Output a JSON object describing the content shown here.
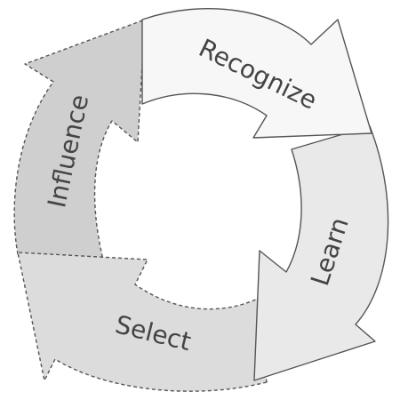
{
  "diagram": {
    "steps": [
      {
        "label": "Recognize",
        "fill": "#f7f7f7",
        "stroke": "#555555",
        "border": "solid"
      },
      {
        "label": "Learn",
        "fill": "#e9e9e9",
        "stroke": "#555555",
        "border": "solid"
      },
      {
        "label": "Select",
        "fill": "#dcdcdc",
        "stroke": "#555555",
        "border": "dashed"
      },
      {
        "label": "Influence",
        "fill": "#cfcfcf",
        "stroke": "#555555",
        "border": "dashed"
      }
    ]
  }
}
